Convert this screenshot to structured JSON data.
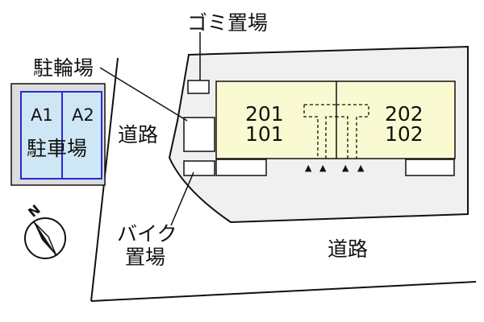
{
  "labels": {
    "garbage": "ゴミ置場",
    "bicycle": "駐輪場",
    "parking": "駐車場",
    "road_west": "道路",
    "road_south": "道路",
    "bike_line1": "バイク",
    "bike_line2": "置場"
  },
  "parking_spaces": [
    "A1",
    "A2"
  ],
  "units": {
    "left_upper": "201",
    "left_lower": "101",
    "right_upper": "202",
    "right_lower": "102"
  },
  "compass": {
    "north_letter": "N"
  },
  "entrance_markers": [
    "▲",
    "▲",
    "▲",
    "▲"
  ],
  "colors": {
    "building_fill": "#fafad2",
    "lot_fill": "#f0f0f0",
    "parking_border": "#2a2ad0",
    "parking_fill": "#cfe7f5",
    "parking_bg": "#dcdcdc",
    "line": "#111111"
  }
}
